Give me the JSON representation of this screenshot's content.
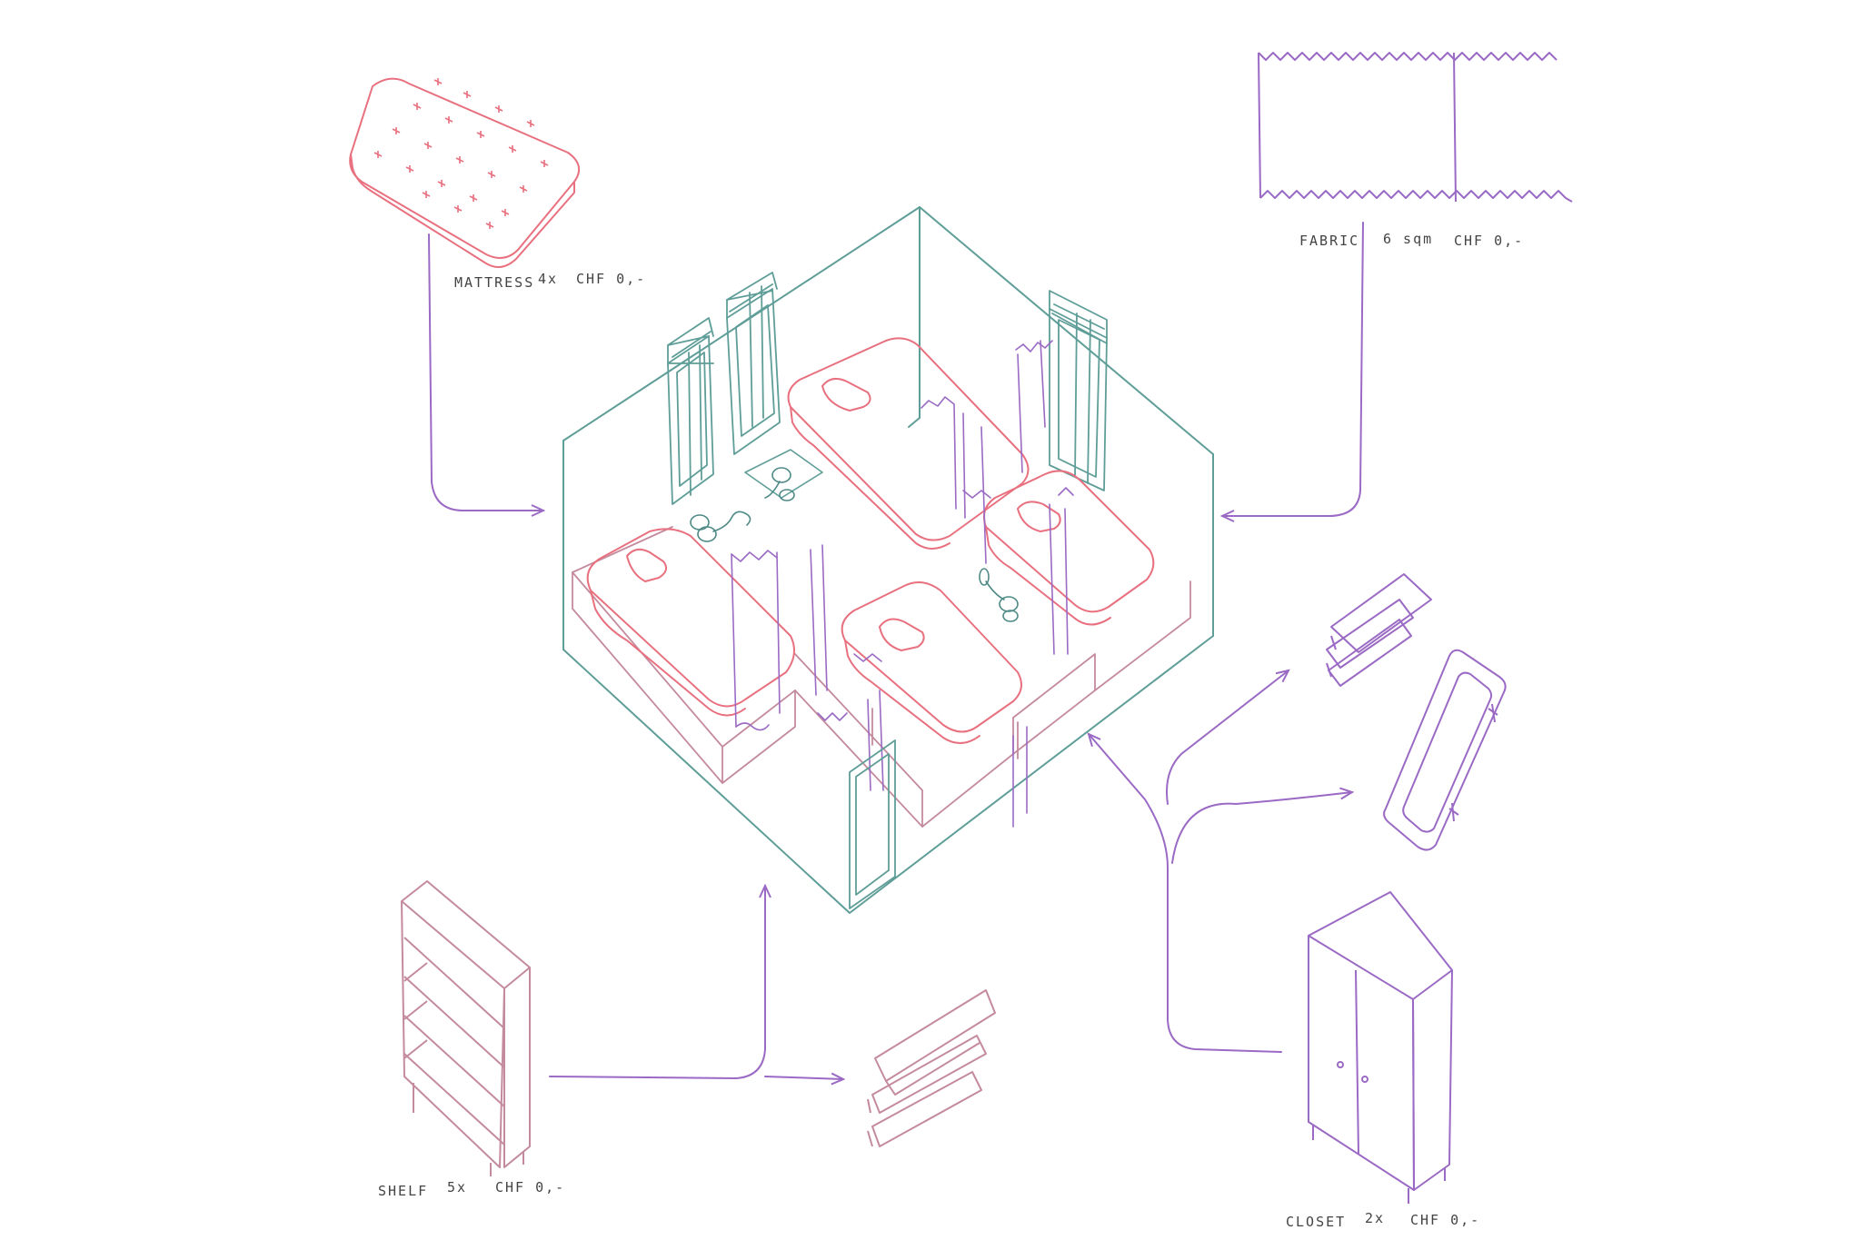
{
  "colors": {
    "mattress": "#e8707f",
    "fabric": "#9a6ac4",
    "room": "#5f9e98",
    "shelf": "#c48a9e",
    "closet": "#9a6ac4",
    "arrow": "#9a6ac4",
    "label": "#444444",
    "lamp": "#4e8a86"
  },
  "items": {
    "mattress": {
      "name": "MATTRESS",
      "qty": "4x",
      "price": "CHF 0,-"
    },
    "fabric": {
      "name": "FABRIC",
      "qty": "6 sqm",
      "price": "CHF 0,-"
    },
    "shelf": {
      "name": "SHELF",
      "qty": "5x",
      "price": "CHF 0,-"
    },
    "closet": {
      "name": "CLOSET",
      "qty": "2x",
      "price": "CHF 0,-"
    }
  },
  "icons": [
    "mattress-icon",
    "fabric-icon",
    "shelf-icon",
    "closet-icon",
    "room-isometric-icon",
    "planks-icon",
    "door-panel-icon",
    "arrow-icon"
  ]
}
